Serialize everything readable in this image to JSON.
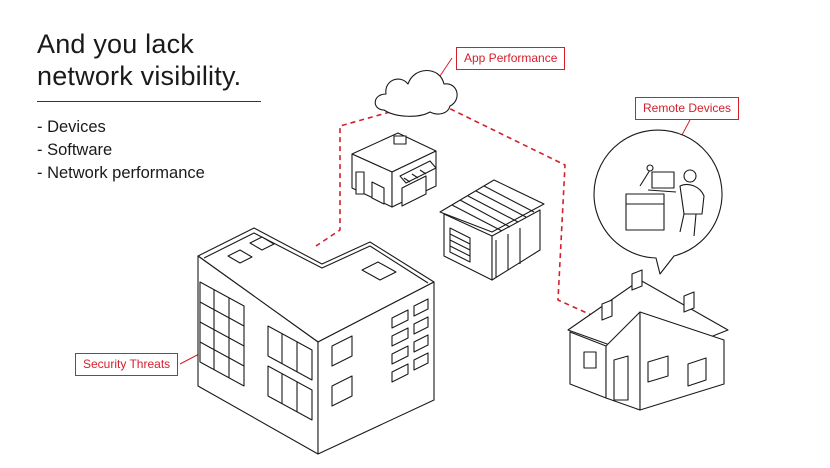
{
  "headline": {
    "line1": "And you lack",
    "line2": "network visibility."
  },
  "bullets": [
    "- Devices",
    "- Software",
    "- Network performance"
  ],
  "callouts": {
    "app_performance": "App Performance",
    "remote_devices": "Remote Devices",
    "security_threats": "Security Threats"
  },
  "colors": {
    "accent": "#d4202c",
    "ink": "#1a1a1a"
  }
}
